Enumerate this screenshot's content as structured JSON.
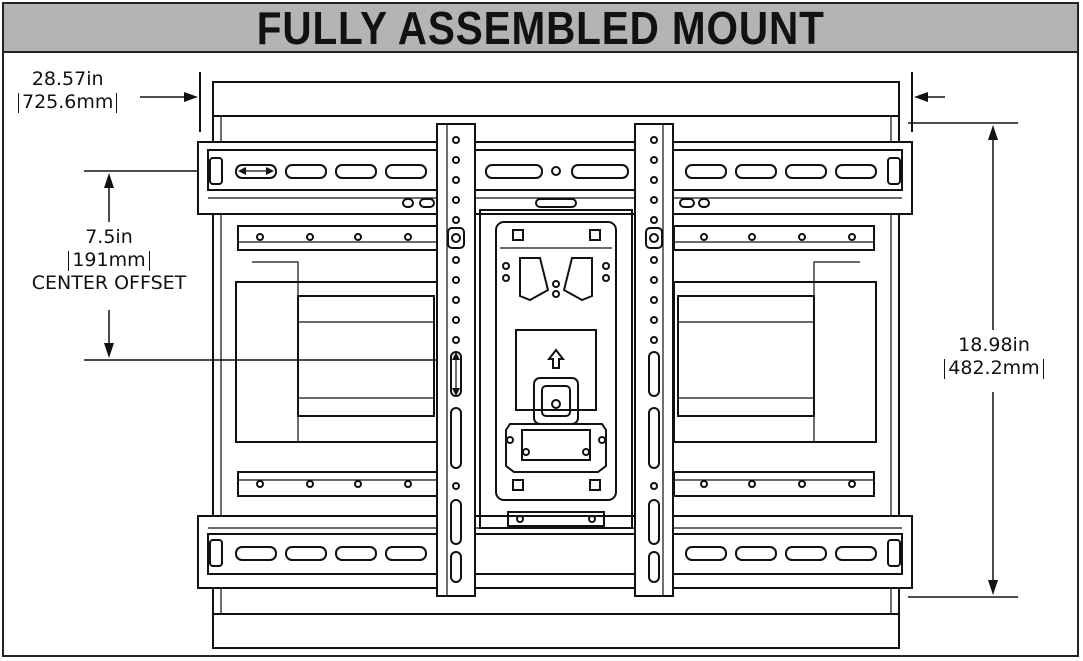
{
  "title": "FULLY ASSEMBLED MOUNT",
  "dimensions": {
    "width": {
      "imperial": "28.57in",
      "metric": "725.6mm"
    },
    "center_offset": {
      "imperial": "7.5in",
      "metric": "191mm",
      "label": "CENTER OFFSET"
    },
    "height": {
      "imperial": "18.98in",
      "metric": "482.2mm"
    }
  },
  "colors": {
    "line": "#111111",
    "title_bg": "#b4b4b4",
    "background": "#ffffff"
  }
}
